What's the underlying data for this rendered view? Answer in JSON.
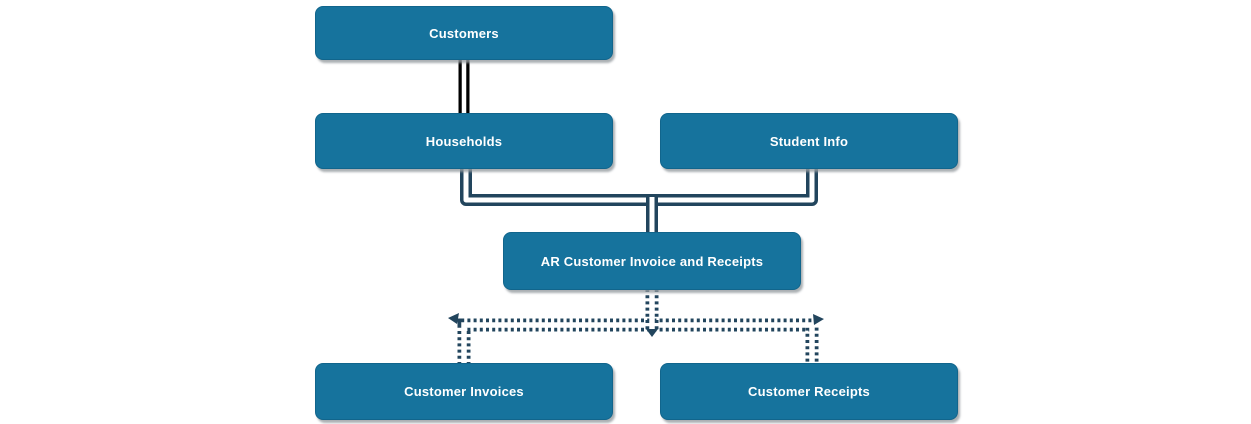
{
  "diagram": {
    "title": "AR Customer Invoice and Receipts relationship flowchart",
    "colors": {
      "node_fill": "#16739d",
      "node_border": "#11658c",
      "node_text": "#ffffff",
      "connector_black": "#000000",
      "connector_navy": "#22455d",
      "background": "#ffffff",
      "shadow": "#9ba0a4"
    },
    "nodes": [
      {
        "id": "customers",
        "label": "Customers"
      },
      {
        "id": "households",
        "label": "Households"
      },
      {
        "id": "student-info",
        "label": "Student Info"
      },
      {
        "id": "ar-customer-invoice-and-receipts",
        "label": "AR Customer Invoice and Receipts"
      },
      {
        "id": "customer-invoices",
        "label": "Customer Invoices"
      },
      {
        "id": "customer-receipts",
        "label": "Customer Receipts"
      }
    ],
    "edges": [
      {
        "from": "Customers",
        "to": "Households",
        "style": "double solid black line"
      },
      {
        "from": "Households",
        "to": "AR Customer Invoice and Receipts",
        "style": "double solid navy line"
      },
      {
        "from": "Student Info",
        "to": "AR Customer Invoice and Receipts",
        "style": "double solid navy line"
      },
      {
        "from": "AR Customer Invoice and Receipts",
        "to": "Customer Invoices",
        "style": "double dotted navy line with arrowheads"
      },
      {
        "from": "AR Customer Invoice and Receipts",
        "to": "Customer Receipts",
        "style": "double dotted navy line with arrowheads"
      }
    ]
  }
}
